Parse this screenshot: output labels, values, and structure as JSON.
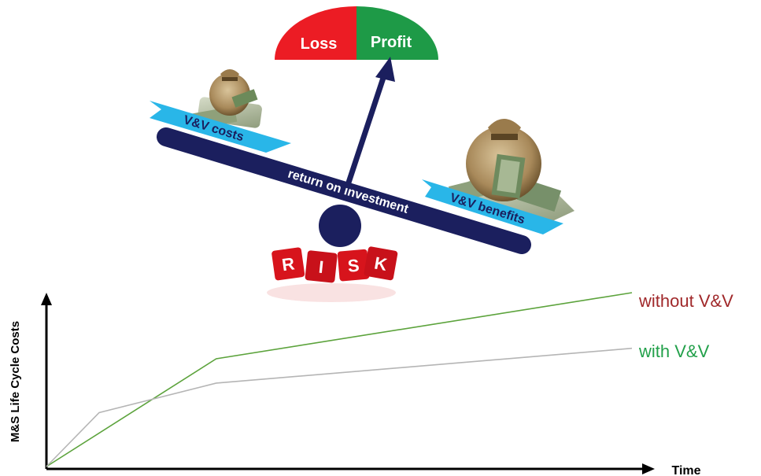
{
  "gauge": {
    "loss_label": "Loss",
    "profit_label": "Profit",
    "loss_color": "#ec1c24",
    "profit_color": "#1e9a47"
  },
  "balance": {
    "beam_label": "return on investment",
    "beam_color": "#1b1f5e",
    "costs_label": "V&V costs",
    "benefits_label": "V&V benefits",
    "banner_color": "#29b6e8",
    "risk_letters": [
      "R",
      "I",
      "S",
      "K"
    ],
    "risk_color": "#d7141c"
  },
  "icons": {
    "small_money": "money-bag-icon",
    "large_money": "money-bag-icon"
  },
  "chart_data": {
    "type": "line",
    "xlabel": "Time",
    "ylabel": "M&S Life Cycle Costs",
    "series": [
      {
        "name": "without V&V",
        "color": "#5ca33c",
        "label_color": "#a0282a",
        "points": [
          [
            0,
            0
          ],
          [
            0.29,
            0.62
          ],
          [
            1.0,
            1.0
          ]
        ]
      },
      {
        "name": "with V&V",
        "color": "#b5b5b5",
        "label_color": "#22a04a",
        "points": [
          [
            0,
            0
          ],
          [
            0.09,
            0.31
          ],
          [
            0.29,
            0.48
          ],
          [
            1.0,
            0.68
          ]
        ]
      }
    ]
  }
}
